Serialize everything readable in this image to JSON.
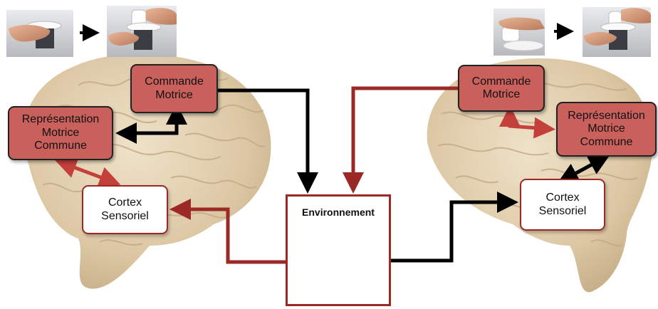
{
  "boxes": {
    "left_commande": [
      "Commande",
      "Motrice"
    ],
    "left_representation": [
      "Représentation",
      "Motrice",
      "Commune"
    ],
    "left_cortex": [
      "Cortex",
      "Sensoriel"
    ],
    "right_commande": [
      "Commande",
      "Motrice"
    ],
    "right_representation": [
      "Représentation",
      "Motrice",
      "Commune"
    ],
    "right_cortex": [
      "Cortex",
      "Sensoriel"
    ]
  },
  "environment": {
    "label": "Environnement"
  },
  "colors": {
    "command_box": "#c9605c",
    "dark_red": "#9b2a26",
    "arrow_black": "#000000",
    "brain": "#e3d2b4"
  }
}
